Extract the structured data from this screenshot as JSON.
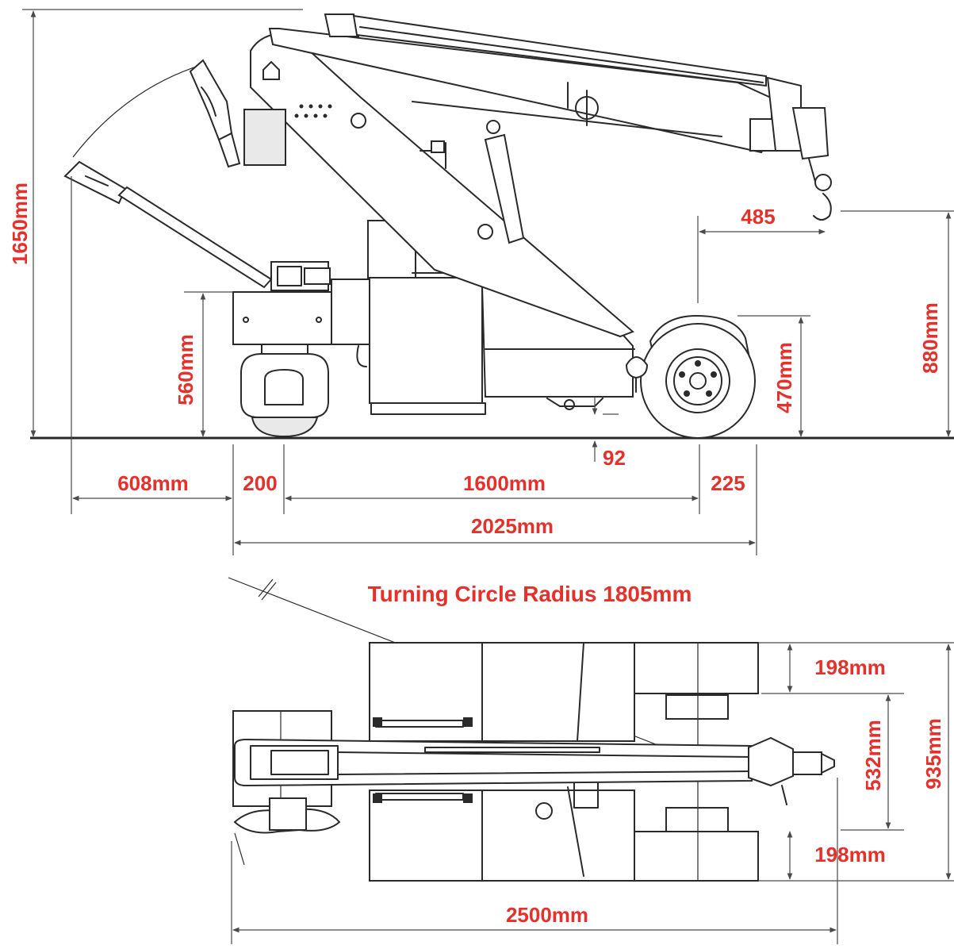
{
  "side_view": {
    "height_total": "1650mm",
    "outrigger_height": "560mm",
    "rear_wheel_height": "470mm",
    "hook_height": "880mm",
    "hook_offset": "485",
    "ground_clearance": "92",
    "overhang_rear": "608mm",
    "overhang_front_short": "200",
    "wheelbase": "1600mm",
    "overhang_front": "225",
    "length_total": "2025mm"
  },
  "top_view": {
    "turning_circle": "Turning Circle Radius 1805mm",
    "side_width_top": "198mm",
    "track_inner": "532mm",
    "width_total": "935mm",
    "side_width_bottom": "198mm",
    "length_total": "2500mm"
  },
  "colors": {
    "dimension_text": "#e8302b",
    "line": "#2a2a2a"
  }
}
